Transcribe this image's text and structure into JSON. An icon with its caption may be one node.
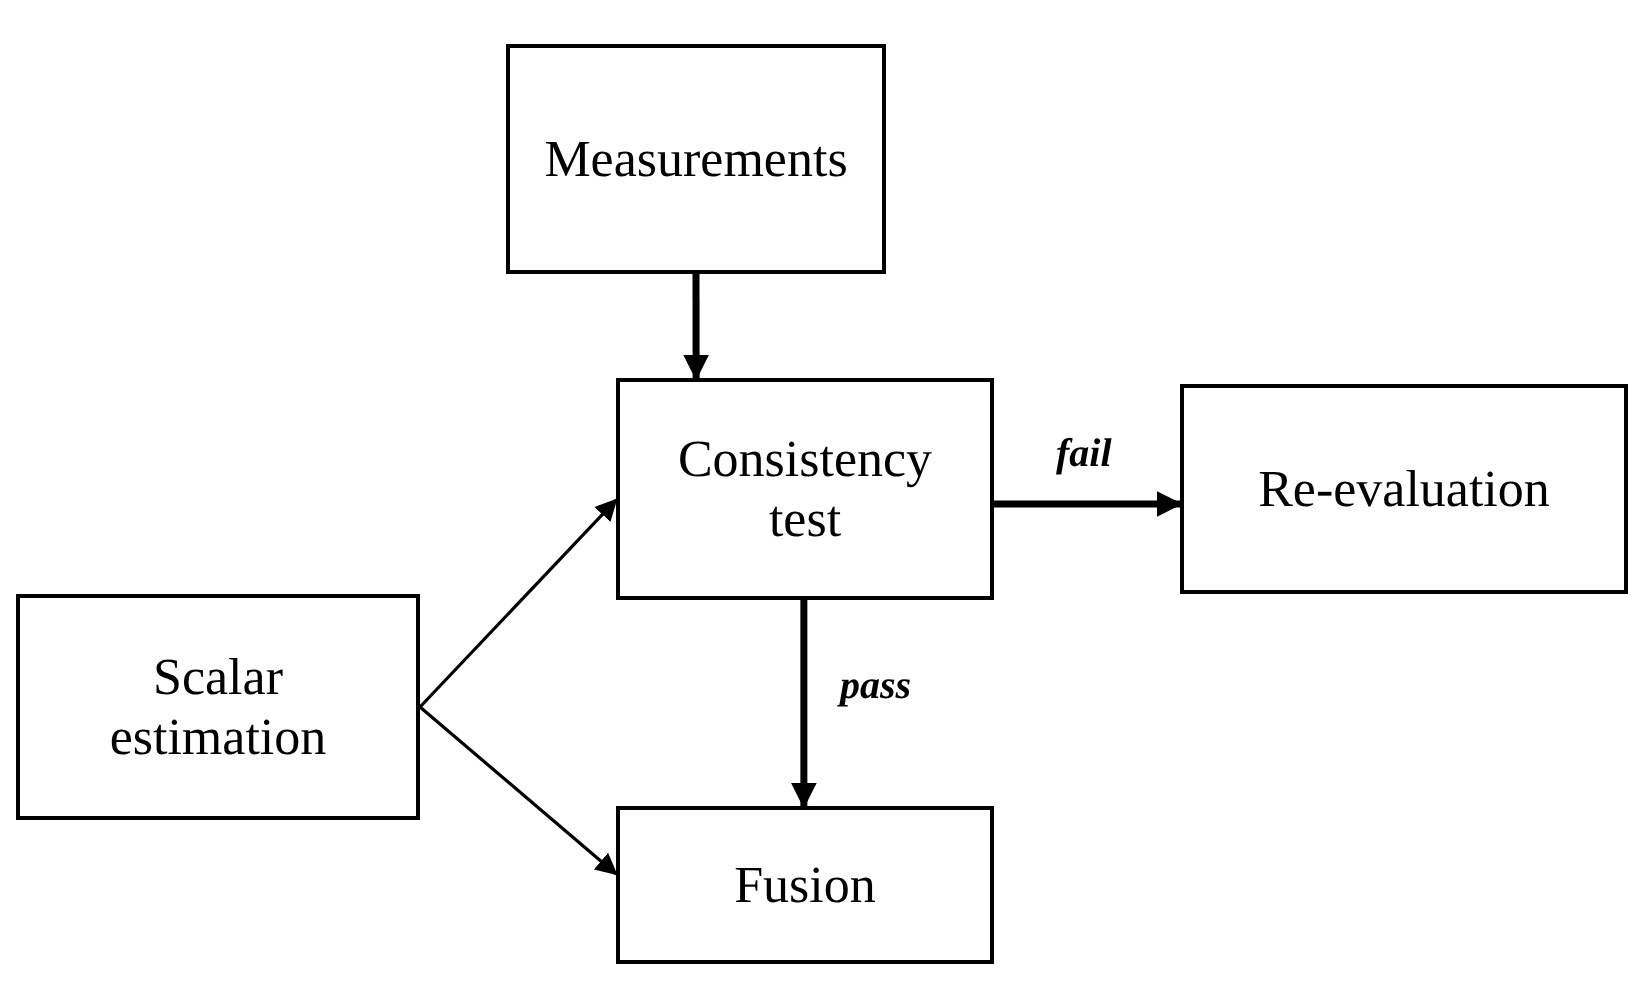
{
  "diagram": {
    "nodes": [
      {
        "text": [
          "Measurements"
        ]
      },
      {
        "text": [
          "Consistency test"
        ]
      },
      {
        "text": [
          "Re-evaluation"
        ]
      },
      {
        "text": [
          "Scalar estimation"
        ]
      },
      {
        "text": [
          "Fusion"
        ]
      }
    ],
    "edges": [
      {
        "from": 0,
        "to": 1,
        "arrow": "to"
      },
      {
        "from": 1,
        "to": 2,
        "arrow": "to",
        "label": "fail"
      },
      {
        "from": 1,
        "to": 4,
        "arrow": "to",
        "label": "pass"
      },
      {
        "from": 3,
        "to": 1,
        "arrow": "to"
      },
      {
        "from": 3,
        "to": 4,
        "arrow": "to"
      }
    ]
  }
}
